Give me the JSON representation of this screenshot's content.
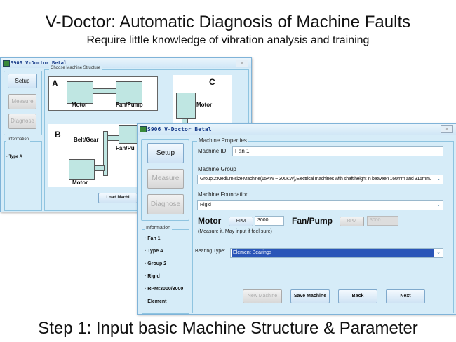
{
  "heading": {
    "title": "V-Doctor: Automatic Diagnosis of Machine Faults",
    "subtitle": "Require little knowledge of vibration analysis and training",
    "footer": "Step 1: Input basic Machine Structure & Parameter"
  },
  "back_window": {
    "title": "S906 V-Doctor Betal",
    "nav": {
      "setup": "Setup",
      "measure": "Measure",
      "diagnose": "Diagnose"
    },
    "information_label": "Information",
    "information": [
      "Type A"
    ],
    "structure_label": "Choose Machine Structure",
    "structures": {
      "a": {
        "letter": "A",
        "motor": "Motor",
        "fan": "Fan/Pump"
      },
      "b": {
        "letter": "B",
        "gear": "Belt/Gear",
        "fan": "Fan/Pu",
        "motor": "Motor"
      },
      "c": {
        "letter": "C",
        "motor": "Motor"
      }
    },
    "load_button": "Load Machi"
  },
  "front_window": {
    "title": "S906 V-Doctor Betal",
    "nav": {
      "setup": "Setup",
      "measure": "Measure",
      "diagnose": "Diagnose"
    },
    "information_label": "Information",
    "information": [
      "Fan 1",
      "Type A",
      "Group 2",
      "Rigid",
      "RPM:3000/3000",
      "Element"
    ],
    "properties_label": "Machine Properties",
    "machine_id_label": "Machine ID",
    "machine_id": "Fan 1",
    "group_label": "Machine Group",
    "group": "Group 2:Medium-size Machine(15KW ~ 300KW),Electrical machines with shaft height in between 160mm and 315mm.",
    "foundation_label": "Machine Foundation",
    "foundation": "Rigid",
    "motor_label": "Motor",
    "rpm_button": "RPM",
    "motor_rpm": "3000",
    "fan_label": "Fan/Pump",
    "fan_rpm": "3000",
    "note": "(Measure it. May input if feel sure)",
    "bearing_label": "Bearing Type:",
    "bearing": "Element Bearings",
    "buttons": {
      "new": "New Machine",
      "save": "Save Machine",
      "back": "Back",
      "next": "Next"
    }
  },
  "colors": {
    "window_bg": "#d6ecf8",
    "selection": "#2a55b8"
  }
}
